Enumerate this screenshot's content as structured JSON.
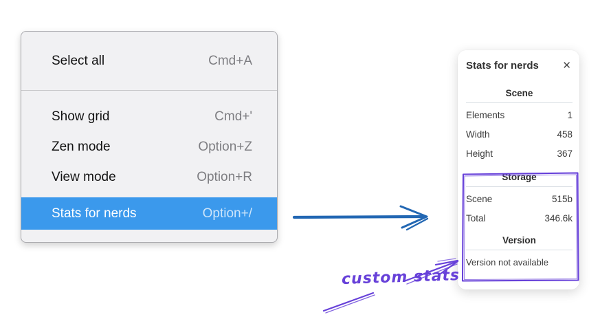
{
  "colors": {
    "menu-bg": "#f1f1f3",
    "menu-border": "#ababaf",
    "highlight-blue": "#3b99ec",
    "shortcut-gray": "#7e7e82",
    "arrow-blue": "#2267b3",
    "annotation-purple": "#6741d9",
    "panel-text": "#3b3b3b"
  },
  "menu": {
    "items": [
      {
        "label": "Select all",
        "shortcut": "Cmd+A"
      },
      {
        "label": "Show grid",
        "shortcut": "Cmd+'"
      },
      {
        "label": "Zen mode",
        "shortcut": "Option+Z"
      },
      {
        "label": "View mode",
        "shortcut": "Option+R"
      },
      {
        "label": "Stats for nerds",
        "shortcut": "Option+/",
        "highlighted": true
      }
    ]
  },
  "stats_panel": {
    "title": "Stats for nerds",
    "close_glyph": "✕",
    "scene": {
      "header": "Scene",
      "rows": [
        {
          "label": "Elements",
          "value": "1"
        },
        {
          "label": "Width",
          "value": "458"
        },
        {
          "label": "Height",
          "value": "367"
        }
      ]
    },
    "storage": {
      "header": "Storage",
      "rows": [
        {
          "label": "Scene",
          "value": "515b"
        },
        {
          "label": "Total",
          "value": "346.6k"
        }
      ]
    },
    "version": {
      "header": "Version",
      "note": "Version not available"
    }
  },
  "annotation": {
    "label": "custom stats"
  }
}
